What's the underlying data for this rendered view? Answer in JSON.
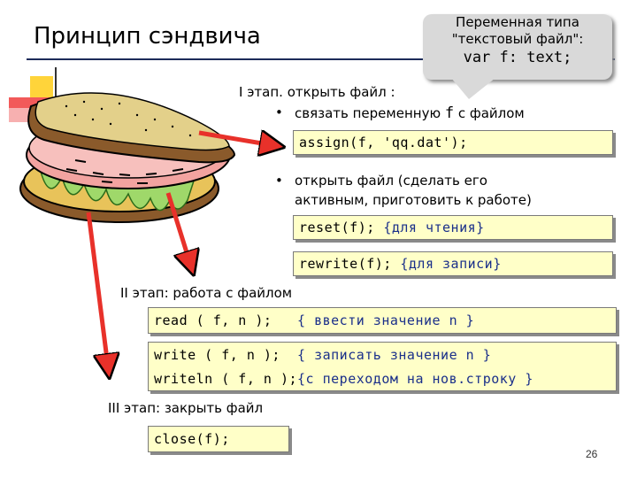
{
  "title": "Принцип сэндвича",
  "callout": {
    "line1": "Переменная типа",
    "line2": "\"текстовый файл\":",
    "line3": "var f: text;"
  },
  "stage1": {
    "heading": "I этап. открыть файл :",
    "bullet1_pre": "связать переменную ",
    "bullet1_var": "f",
    "bullet1_post": " с файлом",
    "code_assign": "assign(f, 'qq.dat');",
    "bullet2_line1": "открыть файл (сделать его",
    "bullet2_line2": "активным, приготовить к работе)",
    "code_reset": "reset(f);",
    "comment_reset": "{для чтения}",
    "code_rewrite": "rewrite(f);",
    "comment_rewrite": "{для записи}"
  },
  "stage2": {
    "heading": "II этап: работа с файлом",
    "code_read": "read ( f, n );",
    "comment_read": "{ ввести значение n }",
    "code_write": "write ( f, n );",
    "comment_write": "{ записать значение n }",
    "code_writeln": "writeln ( f, n );",
    "comment_writeln": "{с переходом на нов.строку }"
  },
  "stage3": {
    "heading": "III этап: закрыть файл",
    "code_close": "close(f);"
  },
  "page_number": "26",
  "colors": {
    "arrow": "#e8312a",
    "code_bg": "#ffffc8",
    "comment": "#1a2f8a"
  }
}
